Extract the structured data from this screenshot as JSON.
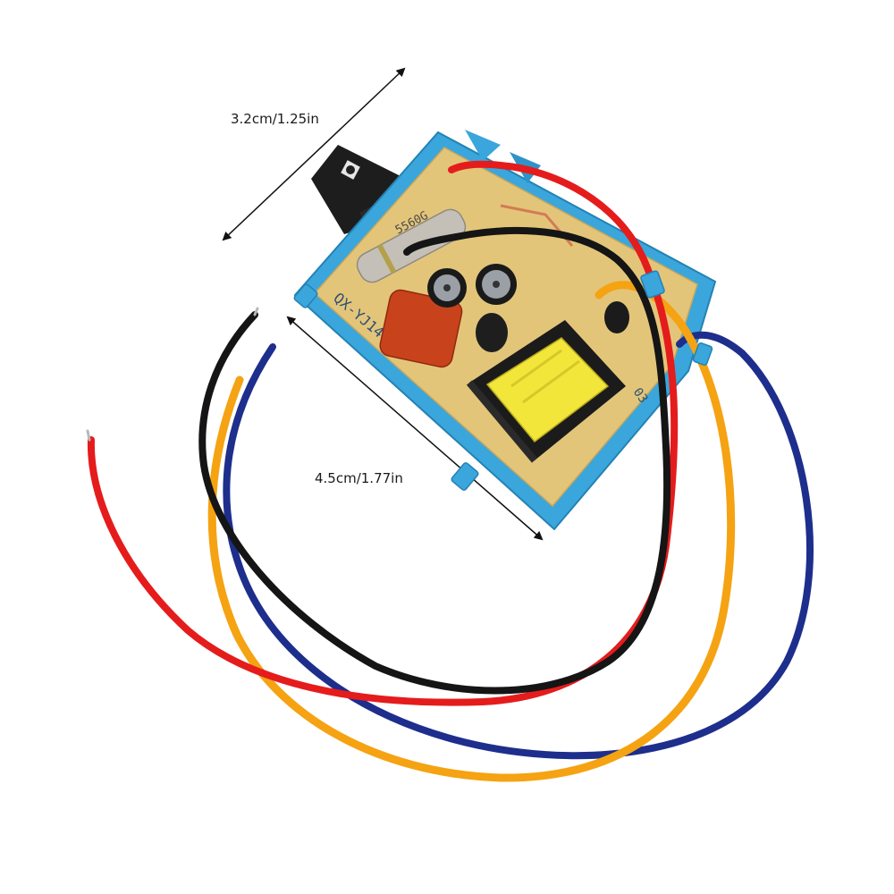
{
  "dimensions": {
    "width_label": "3.2cm/1.25in",
    "length_label": "4.5cm/1.77in"
  },
  "board": {
    "silkscreen_model": "QX-YJ14",
    "resistor_code": "5560G",
    "corner_mark": "03"
  },
  "colors": {
    "board_frame": "#3aa6dc",
    "pcb": "#e3c57a",
    "wire_red": "#e51c1c",
    "wire_black": "#151515",
    "wire_blue": "#1e2e8c",
    "wire_orange": "#f5a312",
    "film_capacitor": "#c8431c",
    "transformer_core": "#f2e63a"
  }
}
